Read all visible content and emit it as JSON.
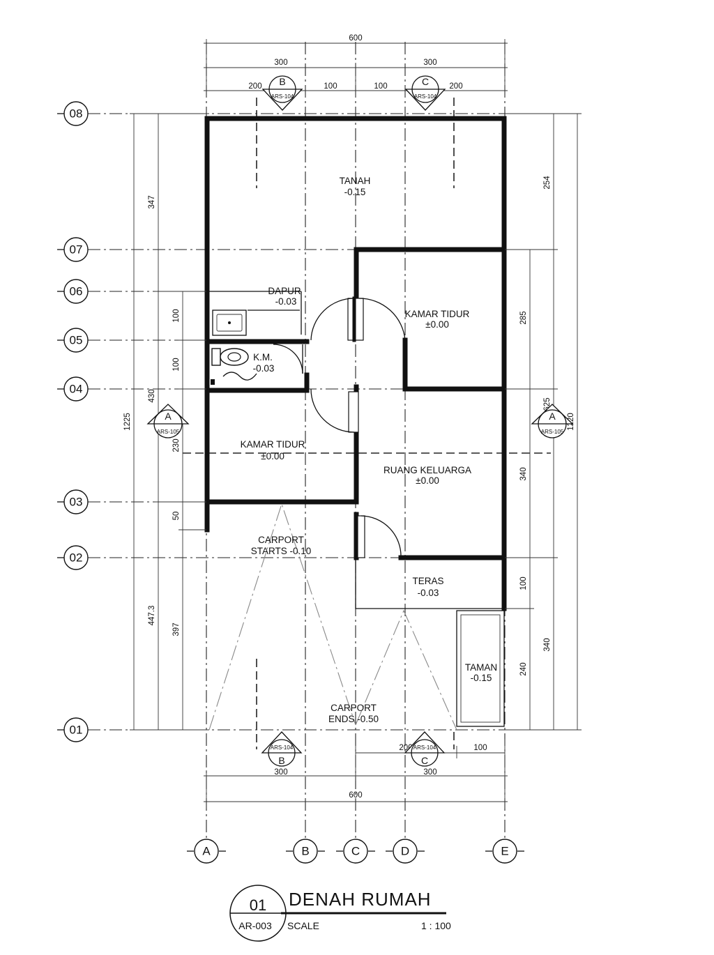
{
  "drawing": {
    "title": "DENAH RUMAH",
    "number": "01",
    "sheet": "AR-003",
    "scale_label": "SCALE",
    "scale_value": "1 : 100"
  },
  "grid": {
    "vertical": [
      "A",
      "B",
      "C",
      "D",
      "E"
    ],
    "horizontal": [
      "01",
      "02",
      "03",
      "04",
      "05",
      "06",
      "07",
      "08"
    ]
  },
  "rooms": {
    "tanah": {
      "name": "TANAH",
      "level": "-0.15"
    },
    "dapur": {
      "name": "DAPUR",
      "level": "-0.03"
    },
    "kamar_tidur_1": {
      "name": "KAMAR  TIDUR",
      "level": "±0.00"
    },
    "km": {
      "name": "K.M.",
      "level": "-0.03"
    },
    "kamar_tidur_2": {
      "name": "KAMAR  TIDUR",
      "level": "±0.00"
    },
    "ruang_keluarga": {
      "name": "RUANG  KELUARGA",
      "level": "±0.00"
    },
    "carport_start": {
      "name": "CARPORT",
      "level": "STARTS  -0.10"
    },
    "teras": {
      "name": "TERAS",
      "level": "-0.03"
    },
    "taman": {
      "name": "TAMAN",
      "level": "-0.15"
    },
    "carport_end": {
      "name": "CARPORT",
      "level": "ENDS  -0.50"
    }
  },
  "dimensions": {
    "top_total": "600",
    "top_left_half": "300",
    "top_right_half": "300",
    "top_seg_1": "200",
    "top_seg_2": "100",
    "top_seg_3": "100",
    "top_seg_4": "200",
    "bottom_total": "600",
    "bottom_left_half": "300",
    "bottom_right_half": "300",
    "bottom_seg_1": "200",
    "bottom_seg_2": "100",
    "left_overall": "1225",
    "left_upper": "347",
    "left_middle": "430",
    "left_lower": "447.3",
    "left_100_a": "100",
    "left_100_b": "100",
    "left_230": "230",
    "left_50": "50",
    "left_397": "397",
    "right_overall": "1220",
    "right_254": "254",
    "right_285": "285",
    "right_625": "625",
    "right_340_a": "340",
    "right_100": "100",
    "right_240": "240",
    "right_340_b": "340"
  },
  "sections": {
    "a_left": {
      "letter": "A",
      "ref": "ARS-105"
    },
    "a_right": {
      "letter": "A",
      "ref": "ARS-105"
    },
    "b_top": {
      "letter": "B",
      "ref": "ARS-104"
    },
    "c_top": {
      "letter": "C",
      "ref": "ARS-104"
    },
    "b_bottom": {
      "letter": "B",
      "ref": "ARS-104"
    },
    "c_bottom": {
      "letter": "C",
      "ref": "ARS-104"
    }
  }
}
